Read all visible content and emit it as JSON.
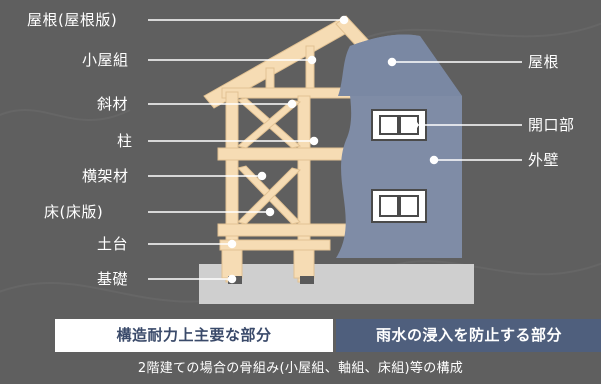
{
  "labels_left": {
    "roof_board": "屋根(屋根版)",
    "roof_truss": "小屋組",
    "brace": "斜材",
    "column": "柱",
    "beam": "横架材",
    "floor": "床(床版)",
    "sill": "土台",
    "foundation": "基礎"
  },
  "labels_right": {
    "roof": "屋根",
    "opening": "開口部",
    "exterior_wall": "外壁"
  },
  "legend": {
    "structural": "構造耐力上主要な部分",
    "rainwater": "雨水の浸入を防止する部分"
  },
  "caption": "2階建ての場合の骨組み(小屋組、軸組、床組)等の構成",
  "colors": {
    "background": "#5f5f5f",
    "wood": "#f6dcb4",
    "wall": "#7f8ca6",
    "foundation": "#cfcfcf",
    "legend_white": "#ffffff",
    "legend_blue": "#4f5f7d",
    "legend_text": "#3a4a6a"
  }
}
